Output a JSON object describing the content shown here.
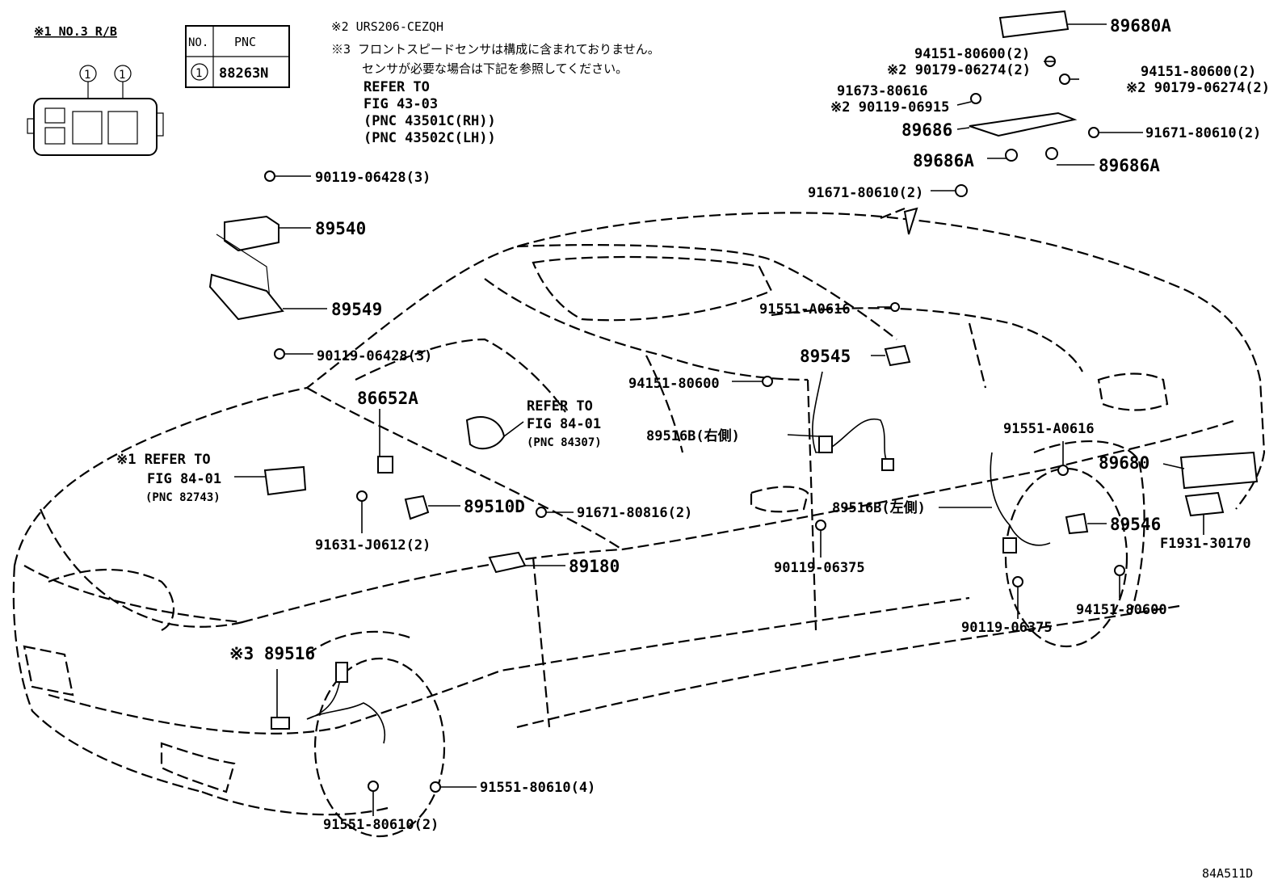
{
  "top_notes": {
    "relay_block": "※1 NO.3 R/B",
    "note2": "※2 URS206-CEZQH",
    "note3_line1": "※3 フロントスピードセンサは構成に含まれておりません。",
    "note3_line2": "センサが必要な場合は下記を参照してください。",
    "refer_lines": [
      "REFER TO",
      "FIG 43-03",
      "(PNC 43501C(RH))",
      "(PNC 43502C(LH))"
    ]
  },
  "pnc_table": {
    "headers": [
      "NO.",
      "PNC"
    ],
    "rows": [
      {
        "no": "1",
        "pnc": "88263N"
      }
    ]
  },
  "relay_callouts": [
    "1",
    "1"
  ],
  "part_labels": [
    "89680A",
    "94151-80600(2)",
    "※2 90179-06274(2)",
    "94151-80600(2)",
    "※2 90179-06274(2)",
    "91673-80616",
    "※2 90119-06915",
    "89686",
    "91671-80610(2)",
    "89686A",
    "89686A",
    "91671-80610(2)",
    "90119-06428(3)",
    "89540",
    "89549",
    "90119-06428(3)",
    "91551-A0616",
    "89545",
    "94151-80600",
    "89516B(右側)",
    "86652A",
    "REFER TO",
    "FIG 84-01",
    "(PNC 84307)",
    "※1 REFER TO",
    "FIG 84-01",
    "(PNC 82743)",
    "89510D",
    "91671-80816(2)",
    "91631-J0612(2)",
    "89180",
    "91551-A0616",
    "89680",
    "89516B(左側)",
    "89546",
    "F1931-30170",
    "90119-06375",
    "90119-06375",
    "94151-80600",
    "※3 89516",
    "91551-80610(4)",
    "91551-80610(2)"
  ],
  "figure_code": "84A511D"
}
